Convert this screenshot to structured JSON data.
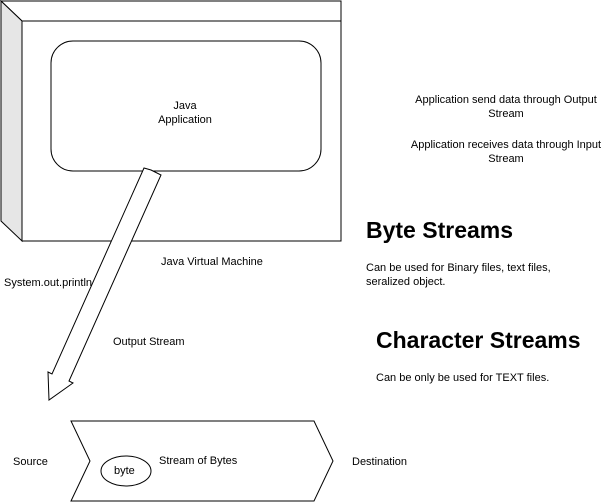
{
  "diagram": {
    "jvm_label": "Java Virtual Machine",
    "app_label_line1": "Java",
    "app_label_line2": "Application",
    "system_out": "System.out.println",
    "output_stream": "Output Stream",
    "source": "Source",
    "destination": "Destination",
    "stream_label": "Stream of Bytes",
    "byte_label": "byte"
  },
  "notes": {
    "send_line1": "Application send data through Output",
    "send_line2": "Stream",
    "receive_line1": "Application receives data through Input",
    "receive_line2": "Stream"
  },
  "byte_streams": {
    "heading": "Byte Streams",
    "desc_line1": "Can be used for Binary files, text files,",
    "desc_line2": "seralized object."
  },
  "character_streams": {
    "heading": "Character Streams",
    "desc": "Can be only be used for TEXT files."
  },
  "colors": {
    "stroke": "#000000",
    "fill": "#ffffff",
    "side_fill": "#e6e6e6"
  }
}
